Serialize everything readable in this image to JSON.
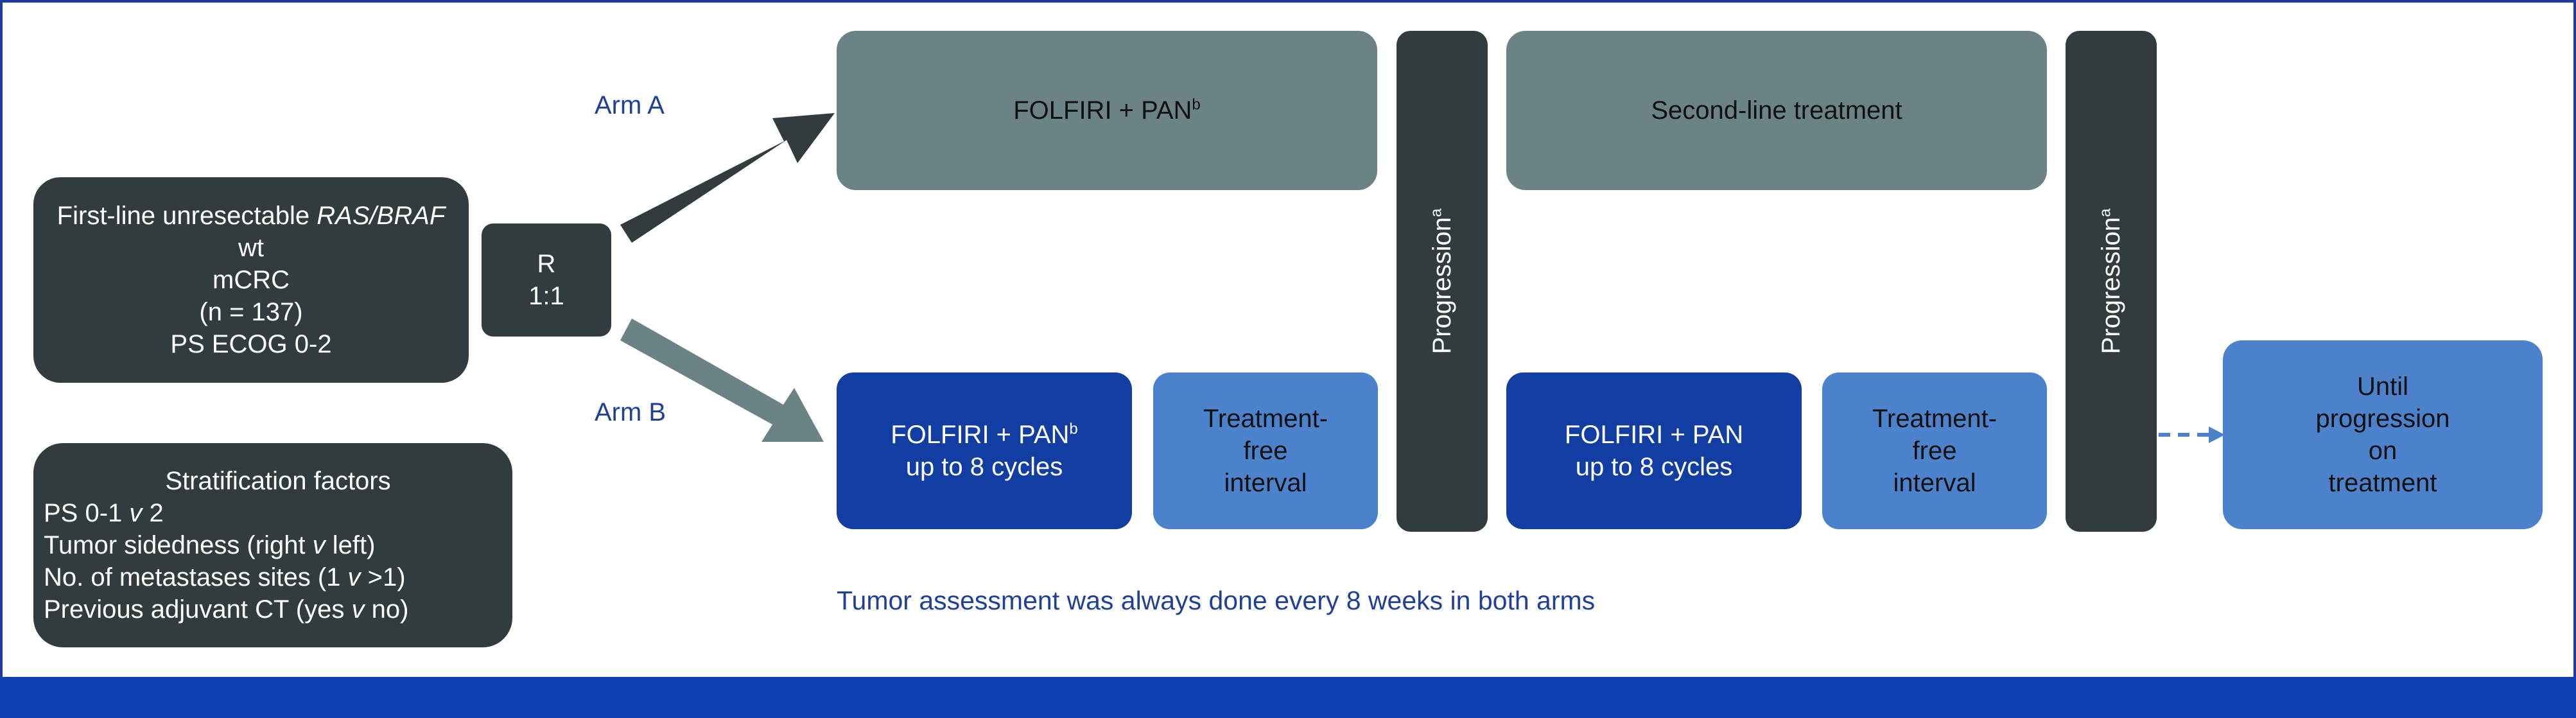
{
  "enrollment": {
    "line1_pre": "First-line unresectable ",
    "line1_em": "RAS/BRAF",
    "line2": "wt",
    "line3": "mCRC",
    "line4": "(n = 137)",
    "line5": "PS ECOG 0-2"
  },
  "randomization": {
    "line1": "R",
    "line2": "1:1"
  },
  "stratification": {
    "title": "Stratification factors",
    "f1_pre": "PS 0-1 ",
    "f1_em": "v",
    "f1_post": " 2",
    "f2_pre": "Tumor sidedness (right ",
    "f2_em": "v",
    "f2_post": " left)",
    "f3_pre": "No. of metastases sites (1 ",
    "f3_em": "v",
    "f3_post": " >1)",
    "f4_pre": "Previous adjuvant CT (yes ",
    "f4_em": "v",
    "f4_post": " no)"
  },
  "arm_a": {
    "label": "Arm A",
    "treatment": "FOLFIRI + PAN",
    "treatment_sup": "b",
    "second_line": "Second-line treatment"
  },
  "arm_b": {
    "label": "Arm B",
    "treatment": "FOLFIRI + PAN",
    "treatment_sup": "b",
    "treatment_cycles": "up to 8 cycles",
    "tfi_1": "Treatment-",
    "tfi_2": "free",
    "tfi_3": "interval",
    "retreatment": "FOLFIRI + PAN",
    "retreatment_cycles": "up to 8 cycles",
    "tfi2_1": "Treatment-",
    "tfi2_2": "free",
    "tfi2_3": "interval",
    "until_1": "Until",
    "until_2": "progression",
    "until_3": "on",
    "until_4": "treatment"
  },
  "progression": {
    "label": "Progression",
    "sup": "a"
  },
  "note": "Tumor assessment was always done every 8 weeks in both arms",
  "colors": {
    "dark": "#323c3e",
    "grey": "#6b8385",
    "navy": "#123da3",
    "light_blue": "#4c81cc",
    "arm_text": "#1f3f99",
    "footer": "#0f3fb0"
  }
}
